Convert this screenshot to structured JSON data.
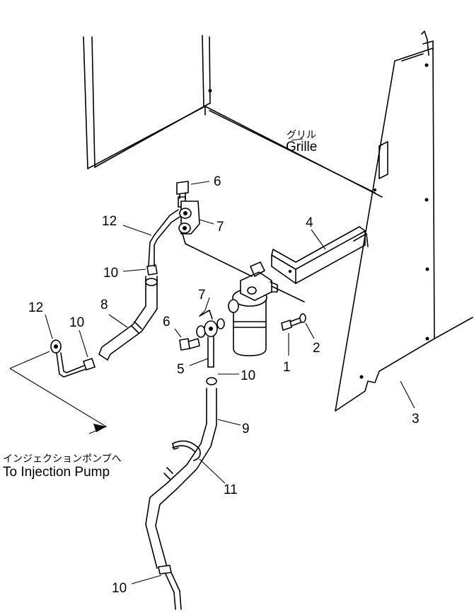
{
  "labels": {
    "grille_jp": "グリル",
    "grille_en": "Grille",
    "pump_jp": "インジェクションポンプへ",
    "pump_en": "To Injection Pump"
  },
  "callouts": {
    "c1": "1",
    "c2": "2",
    "c3": "3",
    "c4": "4",
    "c5": "5",
    "c6a": "6",
    "c6b": "6",
    "c7a": "7",
    "c7b": "7",
    "c8": "8",
    "c9": "9",
    "c10a": "10",
    "c10b": "10",
    "c10c": "10",
    "c10d": "10",
    "c11": "11",
    "c12a": "12",
    "c12b": "12"
  }
}
